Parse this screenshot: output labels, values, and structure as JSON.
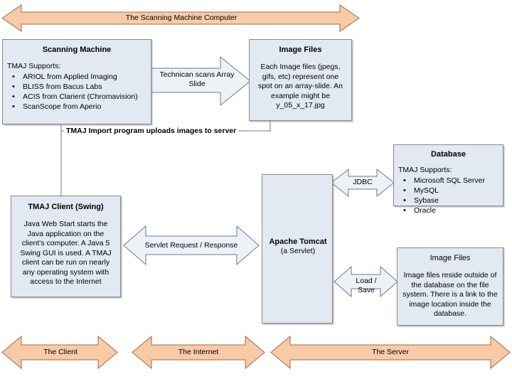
{
  "diagram": {
    "title_band_top": {
      "label": "The Scanning Machine Computer"
    },
    "boxes": {
      "scanning_machine": {
        "title": "Scanning Machine",
        "lead": "TMAJ Supports:",
        "bullets": [
          "ARIOL from Applied Imaging",
          "BLISS from Bacus Labs",
          "ACIS from Clarient (Chromavision)",
          "ScanScope from Aperio"
        ]
      },
      "image_files_top": {
        "title": "Image Files",
        "body": "Each Image files (jpegs, gifs, etc) represent one spot on an array-slide.  An example might be y_05_x_17.jpg"
      },
      "tmaj_client": {
        "title": "TMAJ Client (Swing)",
        "body": "Java Web Start starts the Java application on the client's computer.  A Java 5 Swing GUI is used.  A TMAJ client can be run on nearly any operating system with access to the Internet"
      },
      "apache_tomcat": {
        "title": "Apache Tomcat",
        "subtitle": "(a Servlet)"
      },
      "database": {
        "title": "Database",
        "lead": "TMAJ Supports:",
        "bullets": [
          "Microsoft SQL Server",
          "MySQL",
          "Sybase",
          "Oracle"
        ]
      },
      "image_files_bottom": {
        "title": "Image Files",
        "body": "Image files reside outside of the database on the file system.  There is a link to the image location inside the database."
      }
    },
    "connectors": {
      "technician_scan": "Technican scans Array Slide",
      "servlet": "Servlet Request / Response",
      "jdbc": "JDBC",
      "load_save": "Load / Save",
      "import_bracket": "TMAJ Import program uploads images to server"
    },
    "bottom_bands": [
      {
        "label": "The Client"
      },
      {
        "label": "The Internet"
      },
      {
        "label": "The Server"
      }
    ],
    "colors": {
      "band_fill": "#F8CBA6",
      "band_stroke": "#9E6B4A",
      "box_fill": "#E2E9F3",
      "box_stroke": "#8A8A8A",
      "connector_fill": "#EDF1F8",
      "connector_stroke": "#6C7A90",
      "text": "#000000"
    }
  }
}
